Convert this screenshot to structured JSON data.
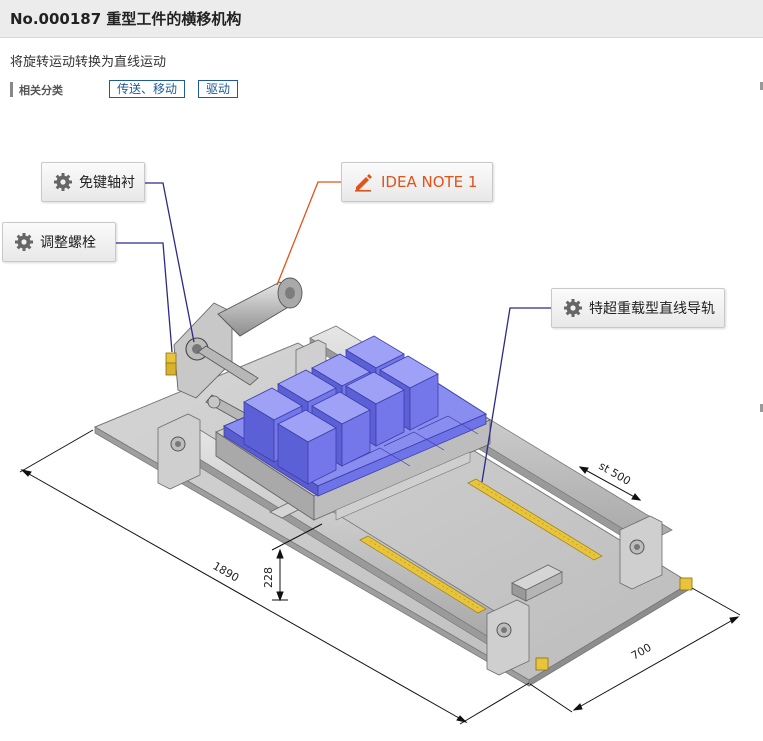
{
  "header": {
    "title": "No.000187 重型工件的横移机构"
  },
  "description": "将旋转运动转换为直线运动",
  "categories": {
    "label": "相关分类",
    "tags": [
      "传送、移动",
      "驱动"
    ]
  },
  "callouts": {
    "keyless_bushing": "免键轴衬",
    "adjust_bolt": "调整螺栓",
    "idea_note": "IDEA NOTE 1",
    "linear_guide": "特超重载型直线导轨"
  },
  "dimensions": {
    "length": "1890",
    "width": "700",
    "height": "228",
    "stroke": "st 500"
  },
  "colors": {
    "accent": "#1f5a99",
    "idea": "#e0531a",
    "workpiece": "#6f73e8",
    "leader": "#2a2a8a"
  }
}
